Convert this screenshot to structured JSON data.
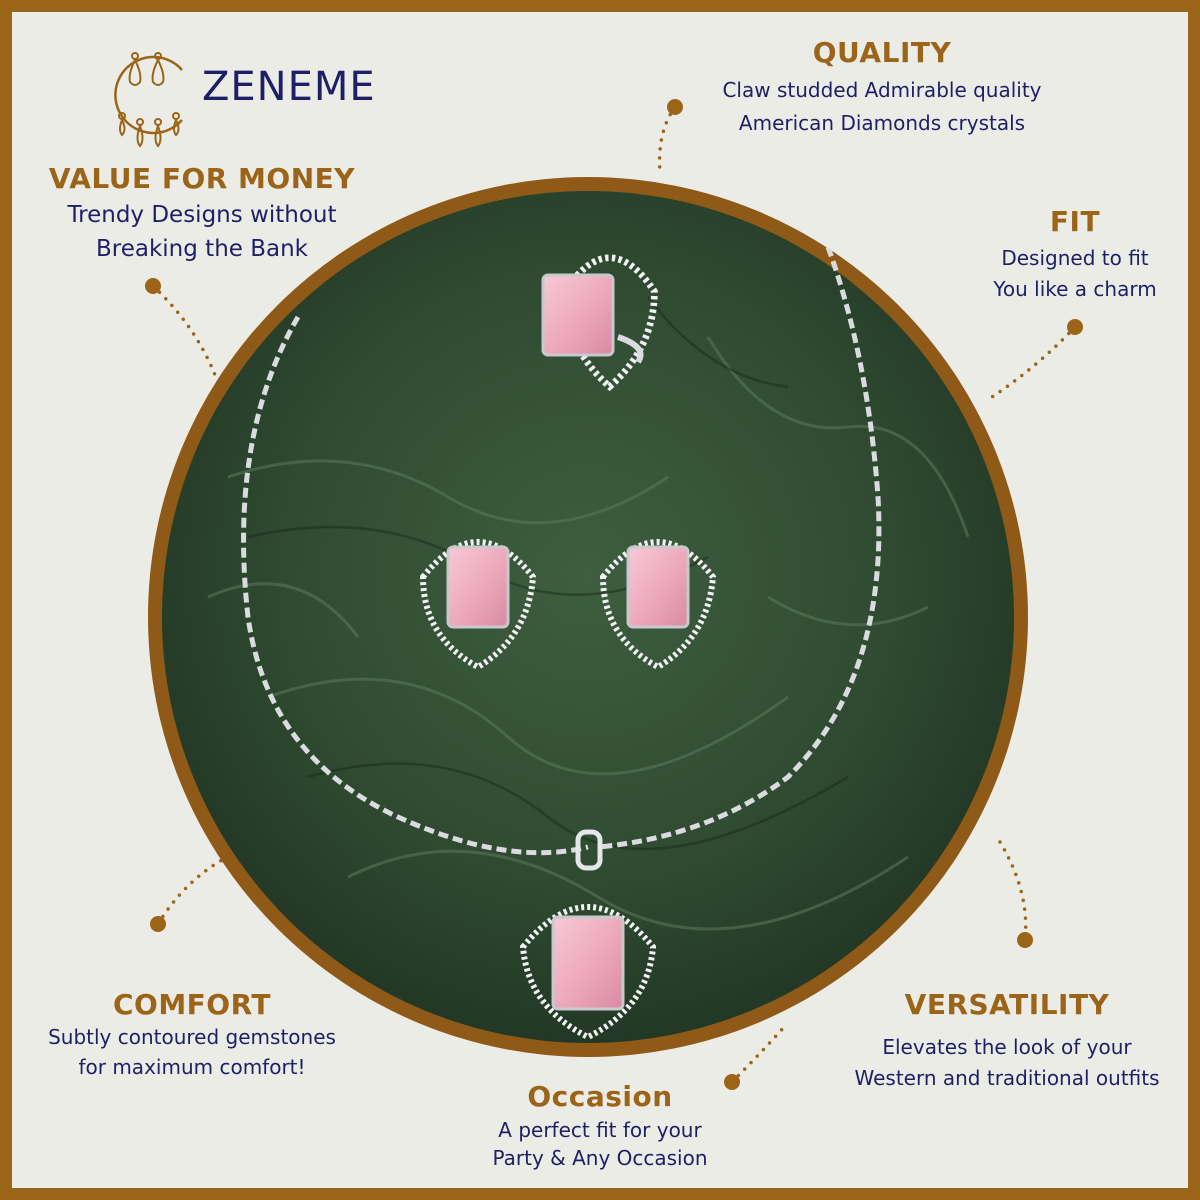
{
  "brand": {
    "name": "ZENEME"
  },
  "colors": {
    "border": "#9c6418",
    "background": "#ecece7",
    "title": "#9c6418",
    "text": "#1f1f66",
    "velvet": "#2f4a31",
    "stone": "#f0b2c4"
  },
  "features": {
    "quality": {
      "title": "QUALITY",
      "lines": [
        "Claw studded Admirable quality",
        "American Diamonds crystals"
      ]
    },
    "value": {
      "title": "VALUE FOR MONEY",
      "lines": [
        "Trendy Designs without",
        "Breaking the Bank"
      ]
    },
    "fit": {
      "title": "FIT",
      "lines": [
        "Designed to fit",
        "You like a charm"
      ]
    },
    "comfort": {
      "title": "COMFORT",
      "lines": [
        "Subtly contoured gemstones",
        "for maximum comfort!"
      ]
    },
    "versatility": {
      "title": "VERSATILITY",
      "lines": [
        "Elevates the look of your",
        "Western and traditional outfits"
      ]
    },
    "occasion": {
      "title": "Occasion",
      "lines": [
        "A perfect fit for your",
        "Party & Any Occasion"
      ]
    }
  }
}
